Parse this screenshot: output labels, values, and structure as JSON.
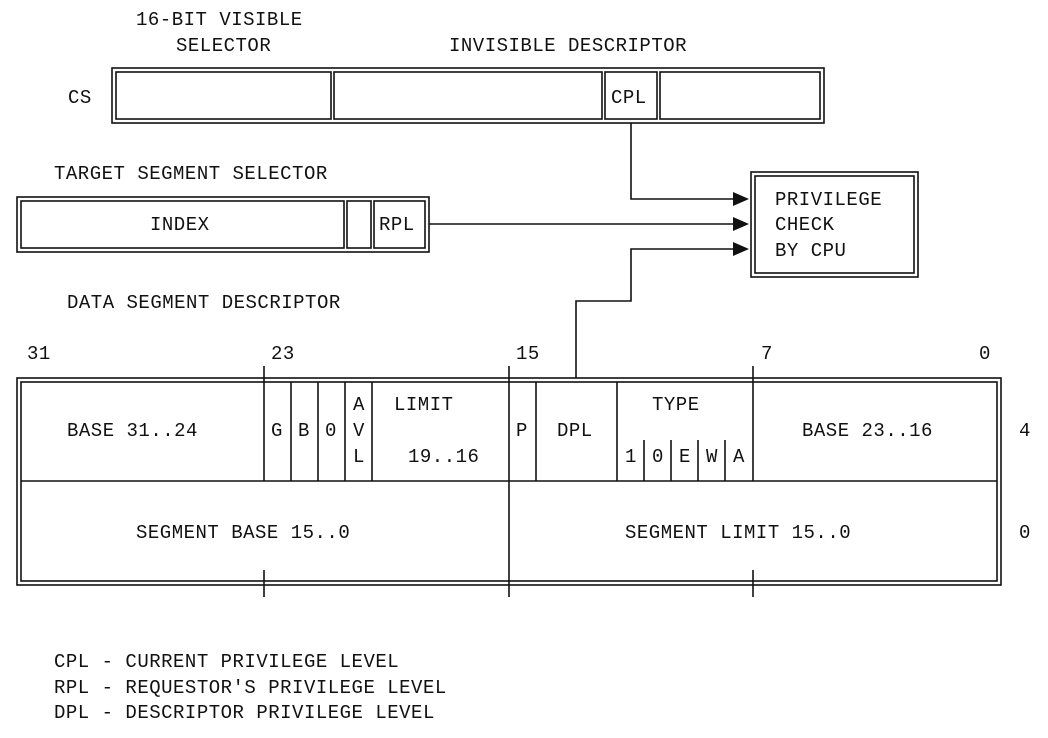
{
  "cs_register": {
    "header_line1": "16-BIT VISIBLE",
    "header_line2": "SELECTOR",
    "header_right": "INVISIBLE DESCRIPTOR",
    "label": "CS",
    "cpl_field": "CPL"
  },
  "target_selector": {
    "title": "TARGET SEGMENT SELECTOR",
    "index": "INDEX",
    "rpl": "RPL"
  },
  "privilege_check": {
    "line1": "PRIVILEGE",
    "line2": "CHECK",
    "line3": "BY CPU"
  },
  "data_descriptor": {
    "title": "DATA SEGMENT DESCRIPTOR",
    "bit_31": "31",
    "bit_23": "23",
    "bit_15": "15",
    "bit_7": "7",
    "bit_0": "0",
    "upper_word": {
      "base_high": "BASE 31..24",
      "g": "G",
      "b": "B",
      "zero": "0",
      "avl_a": "A",
      "avl_v": "V",
      "avl_l": "L",
      "limit_label": "LIMIT",
      "limit_range": "19..16",
      "p": "P",
      "dpl": "DPL",
      "type_label": "TYPE",
      "type_1": "1",
      "type_0": "0",
      "type_e": "E",
      "type_w": "W",
      "type_a": "A",
      "base_mid": "BASE 23..16",
      "offset": "4"
    },
    "lower_word": {
      "segment_base": "SEGMENT BASE 15..0",
      "segment_limit": "SEGMENT LIMIT 15..0",
      "offset": "0"
    }
  },
  "legend": [
    "CPL - CURRENT PRIVILEGE LEVEL",
    "RPL - REQUESTOR'S PRIVILEGE LEVEL",
    "DPL - DESCRIPTOR PRIVILEGE LEVEL"
  ]
}
